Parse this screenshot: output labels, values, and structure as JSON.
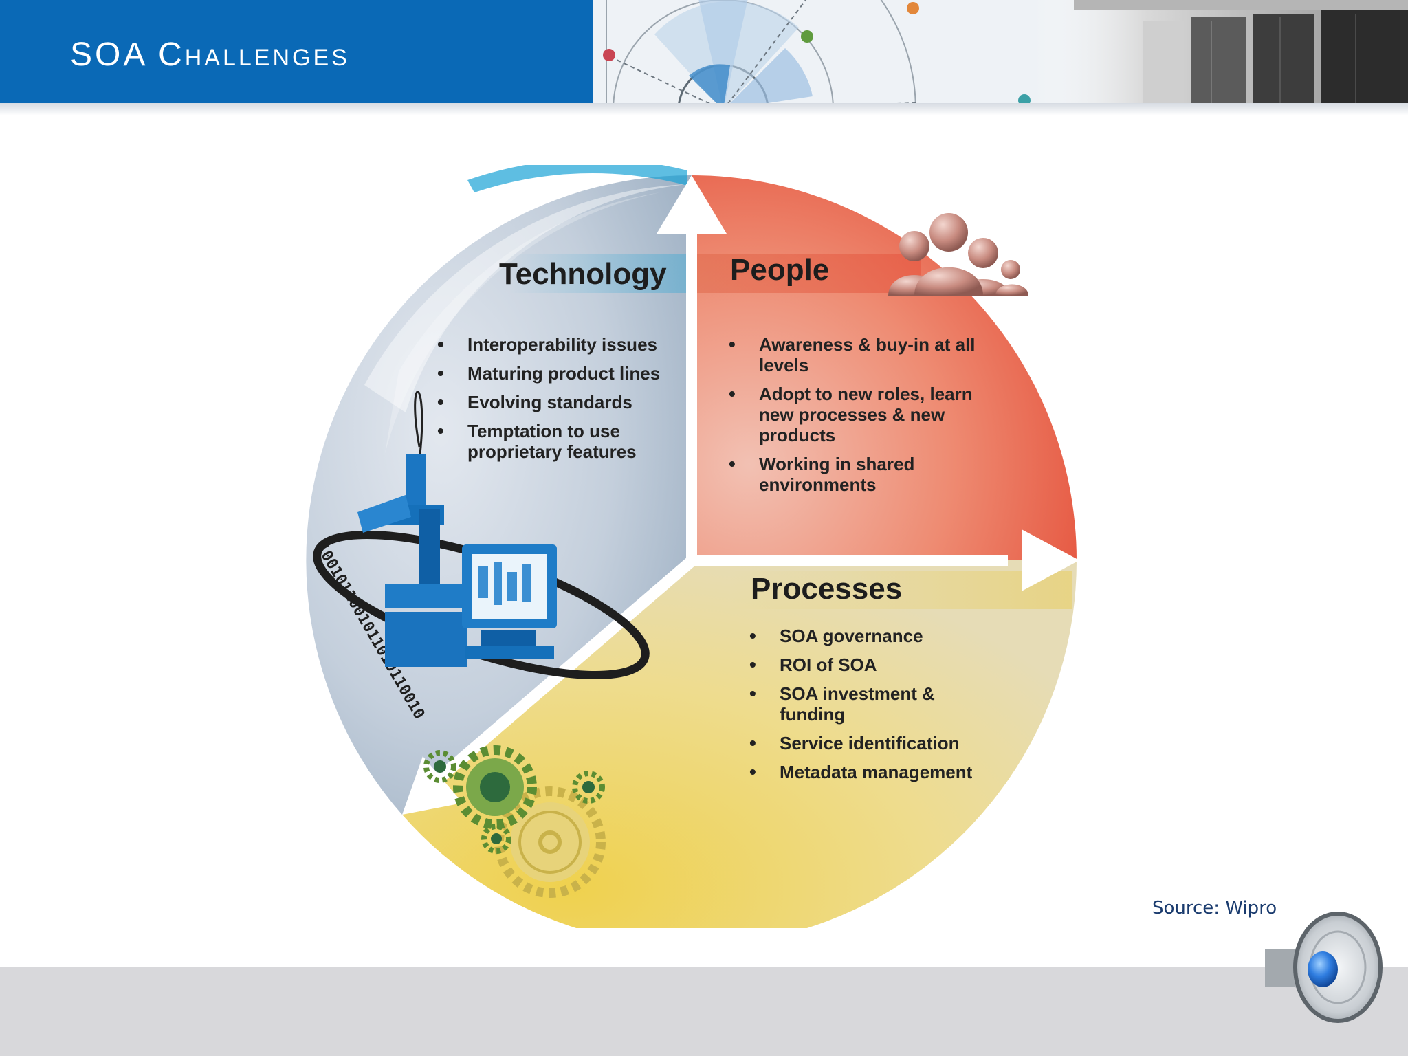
{
  "slide": {
    "title": "SOA Challenges",
    "source": "Source: Wipro"
  },
  "diagram": {
    "technology": {
      "title": "Technology",
      "items": [
        "Interoperability issues",
        "Maturing product lines",
        "Evolving standards",
        "Temptation to use proprietary features"
      ]
    },
    "people": {
      "title": "People",
      "items": [
        "Awareness & buy-in at all levels",
        "Adopt to new roles, learn new processes & new products",
        "Working in shared environments"
      ]
    },
    "processes": {
      "title": "Processes",
      "items": [
        "SOA governance",
        "ROI of SOA",
        "SOA investment & funding",
        "Service identification",
        "Metadata management"
      ]
    },
    "binary_text": "1001011001011010110010"
  },
  "colors": {
    "header_blue": "#0a69b6",
    "technology": "#b7c6d6",
    "people": "#ea6a4f",
    "processes": "#e9cf5e",
    "footer": "#d8d8db"
  },
  "icons": [
    "radar-graphic",
    "server-room-photo",
    "microscope-computer-icon",
    "people-group-icon",
    "gears-icon",
    "speaker-icon"
  ]
}
